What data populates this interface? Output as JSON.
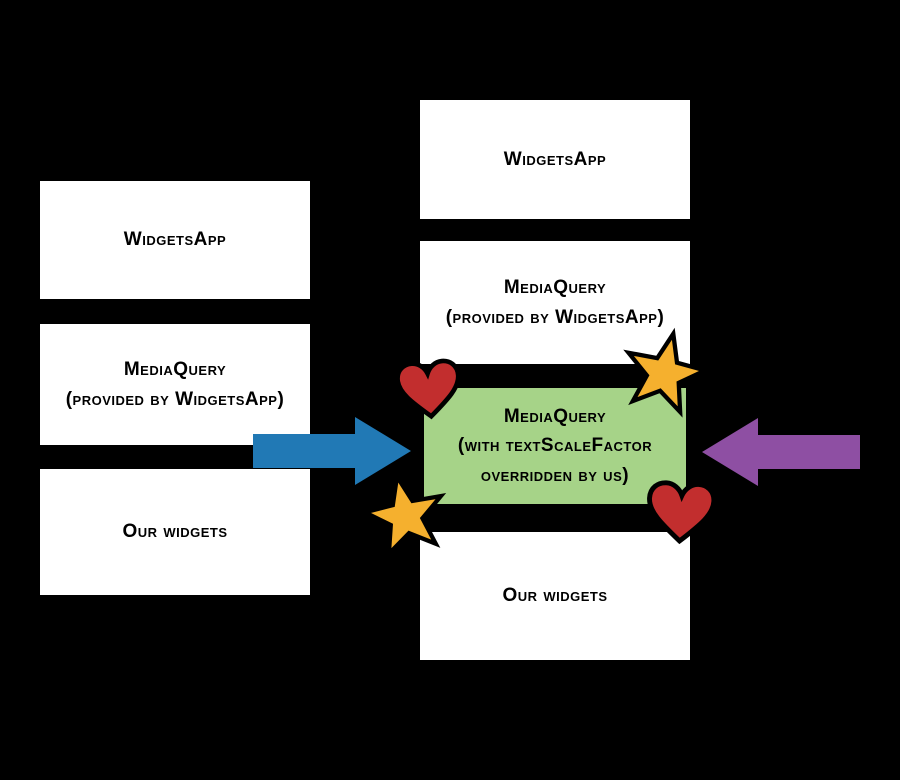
{
  "colors": {
    "background": "#000000",
    "box_bg": "#ffffff",
    "highlight_bg": "#a6d388",
    "arrow_blue": "#2179b5",
    "arrow_purple": "#8e4fa3",
    "heart_red": "#c22e2e",
    "star_yellow": "#f5b02e"
  },
  "before_tree": {
    "widgetsapp": "WidgetsApp",
    "mediaquery": "MediaQuery\n(provided by WidgetsApp)",
    "our_widgets": "Our widgets"
  },
  "after_tree": {
    "widgetsapp": "WidgetsApp",
    "mediaquery_provided": "MediaQuery\n(provided by WidgetsApp)",
    "mediaquery_override": "MediaQuery\n(with textScaleFactor\noverridden by us)",
    "our_widgets": "Our widgets"
  },
  "icons": {
    "blue_arrow": "arrow-right-icon",
    "purple_arrow": "arrow-left-icon",
    "heart_top_left": "heart-icon",
    "star_top_right": "star-icon",
    "star_bottom_left": "star-icon",
    "heart_bottom_right": "heart-icon"
  }
}
